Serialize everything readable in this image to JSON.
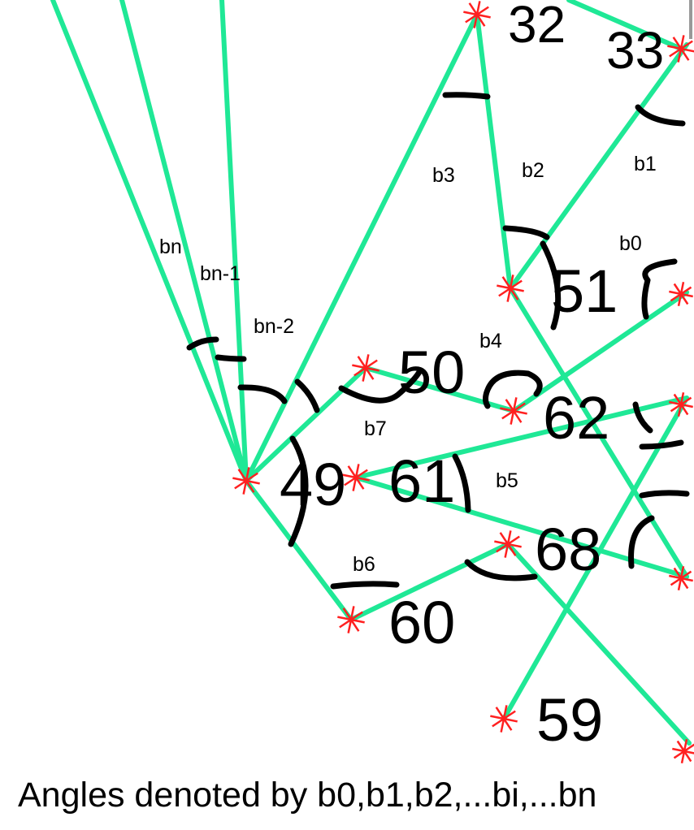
{
  "diagram": {
    "nodes": [
      {
        "id": "32",
        "label": "32"
      },
      {
        "id": "33",
        "label": "33"
      },
      {
        "id": "51",
        "label": "51"
      },
      {
        "id": "50",
        "label": "50"
      },
      {
        "id": "62",
        "label": "62"
      },
      {
        "id": "49",
        "label": "49"
      },
      {
        "id": "61",
        "label": "61"
      },
      {
        "id": "68",
        "label": "68"
      },
      {
        "id": "60",
        "label": "60"
      },
      {
        "id": "59",
        "label": "59"
      }
    ],
    "angle_labels": [
      "b0",
      "b1",
      "b2",
      "b3",
      "b4",
      "b5",
      "b6",
      "b7",
      "bn",
      "bn-1",
      "bn-2"
    ],
    "colors": {
      "edge": "#1fe896",
      "node_marker": "#ff2020",
      "arc": "#000000",
      "text": "#000000"
    }
  },
  "caption": "Angles denoted by b0,b1,b2,...bi,...bn"
}
